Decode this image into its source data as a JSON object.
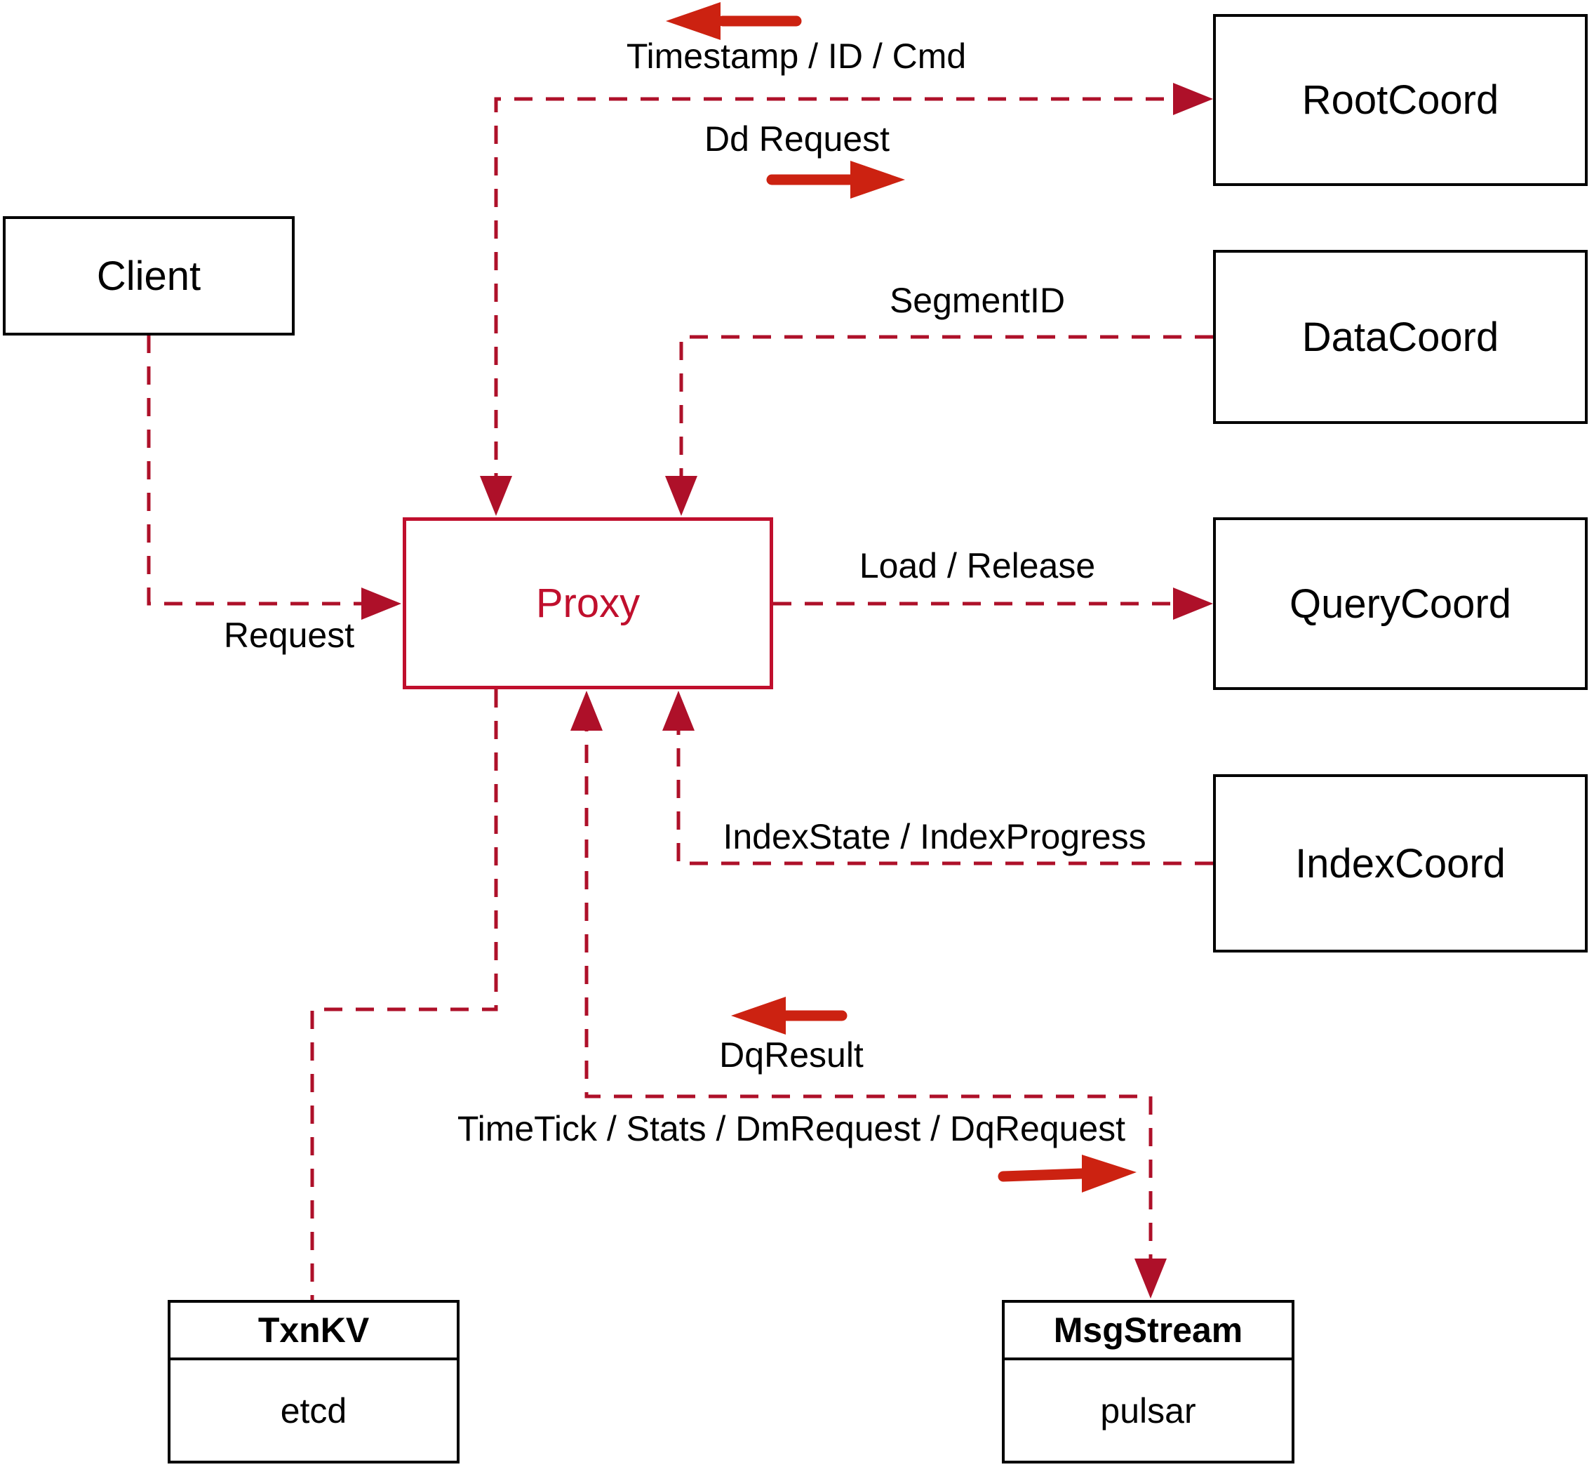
{
  "nodes": {
    "client": {
      "label": "Client"
    },
    "proxy": {
      "label": "Proxy"
    },
    "root_coord": {
      "label": "RootCoord"
    },
    "data_coord": {
      "label": "DataCoord"
    },
    "query_coord": {
      "label": "QueryCoord"
    },
    "index_coord": {
      "label": "IndexCoord"
    },
    "txn_kv": {
      "title": "TxnKV",
      "impl": "etcd"
    },
    "msg_stream": {
      "title": "MsgStream",
      "impl": "pulsar"
    }
  },
  "edge_labels": {
    "request": "Request",
    "timestamp_id_cmd": "Timestamp / ID / Cmd",
    "dd_request": "Dd Request",
    "segment_id": "SegmentID",
    "load_release": "Load / Release",
    "index_state_progress": "IndexState / IndexProgress",
    "dq_result": "DqResult",
    "timetick_stats_dmrequest_dqrequest": "TimeTick / Stats / DmRequest / DqRequest"
  },
  "edges": [
    {
      "from": "Client",
      "to": "Proxy",
      "labels": [
        "Request"
      ],
      "style": "dashed",
      "arrow_into": [
        "Proxy"
      ]
    },
    {
      "from": "Proxy",
      "to": "RootCoord",
      "labels": [
        "Timestamp / ID / Cmd",
        "Dd Request"
      ],
      "style": "dashed",
      "arrow_into": [
        "Proxy",
        "RootCoord"
      ],
      "bidirectional": true
    },
    {
      "from": "DataCoord",
      "to": "Proxy",
      "labels": [
        "SegmentID"
      ],
      "style": "dashed",
      "arrow_into": [
        "Proxy"
      ]
    },
    {
      "from": "Proxy",
      "to": "QueryCoord",
      "labels": [
        "Load / Release"
      ],
      "style": "dashed",
      "arrow_into": [
        "QueryCoord"
      ]
    },
    {
      "from": "IndexCoord",
      "to": "Proxy",
      "labels": [
        "IndexState / IndexProgress"
      ],
      "style": "dashed",
      "arrow_into": [
        "Proxy"
      ]
    },
    {
      "from": "Proxy",
      "to": "MsgStream",
      "labels": [
        "DqResult",
        "TimeTick / Stats / DmRequest / DqRequest"
      ],
      "style": "dashed",
      "arrow_into": [
        "Proxy",
        "MsgStream"
      ],
      "bidirectional": true
    },
    {
      "from": "Proxy",
      "to": "TxnKV",
      "labels": [],
      "style": "dashed",
      "arrow_into": []
    }
  ],
  "colors": {
    "line": "#ae1029",
    "arrow": "#cc2211",
    "proxy": "#c00f2d",
    "border": "#000000",
    "text": "#000000"
  }
}
